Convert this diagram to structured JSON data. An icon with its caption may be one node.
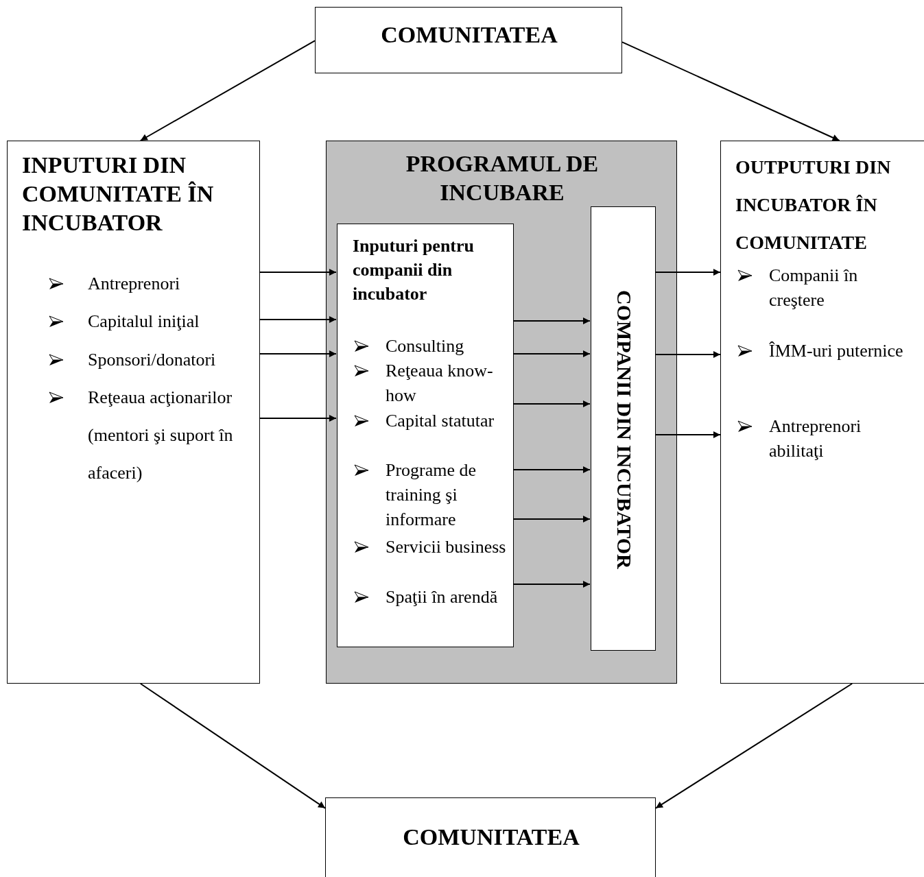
{
  "diagram": {
    "nodes": [
      {
        "text": [
          "COMUNITATEA"
        ]
      },
      {
        "text": [
          "INPUTURI DIN COMUNITATE ÎN INCUBATOR",
          "Antreprenori",
          "Capitalul iniţial",
          "Sponsori/donatori",
          "Reţeaua acţionarilor (mentori şi suport în afaceri)"
        ]
      },
      {
        "text": [
          "PROGRAMUL DE INCUBARE"
        ]
      },
      {
        "text": [
          "Inputuri pentru companii din incubator",
          "Consulting",
          "Reţeaua know-how",
          "Capital statutar",
          "Programe de training şi informare",
          "Servicii business",
          "Spaţii în arendă"
        ],
        "in": 2
      },
      {
        "text": [
          "COMPANII DIN INCUBATOR"
        ],
        "in": 2
      },
      {
        "text": [
          "OUTPUTURI DIN INCUBATOR ÎN COMUNITATE",
          "Companii în creştere",
          "ÎMM-uri puternice",
          "Antreprenori abilitaţi"
        ]
      },
      {
        "text": [
          "COMUNITATEA"
        ]
      }
    ],
    "edges": [
      {
        "from": 0,
        "to": 1,
        "arrow": "to"
      },
      {
        "from": 0,
        "to": 5,
        "arrow": "to"
      },
      {
        "from": 1,
        "to": 3,
        "arrow": "to"
      },
      {
        "from": 1,
        "to": 3,
        "arrow": "to"
      },
      {
        "from": 1,
        "to": 3,
        "arrow": "to"
      },
      {
        "from": 1,
        "to": 3,
        "arrow": "to"
      },
      {
        "from": 3,
        "to": 4,
        "arrow": "to"
      },
      {
        "from": 3,
        "to": 4,
        "arrow": "to"
      },
      {
        "from": 3,
        "to": 4,
        "arrow": "to"
      },
      {
        "from": 3,
        "to": 4,
        "arrow": "to"
      },
      {
        "from": 3,
        "to": 4,
        "arrow": "to"
      },
      {
        "from": 3,
        "to": 4,
        "arrow": "to"
      },
      {
        "from": 4,
        "to": 5,
        "arrow": "to"
      },
      {
        "from": 4,
        "to": 5,
        "arrow": "to"
      },
      {
        "from": 4,
        "to": 5,
        "arrow": "to"
      },
      {
        "from": 1,
        "to": 6,
        "arrow": "to"
      },
      {
        "from": 5,
        "to": 6,
        "arrow": "to"
      }
    ]
  }
}
